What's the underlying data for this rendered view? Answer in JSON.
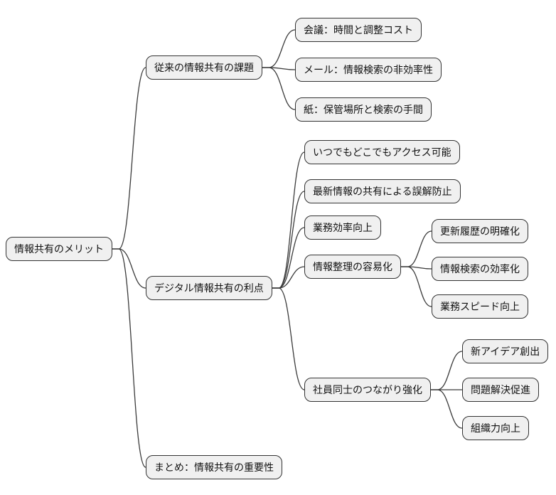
{
  "nodes": {
    "root": {
      "label": "情報共有のメリット"
    },
    "b1": {
      "label": "従来の情報共有の課題"
    },
    "b1c1": {
      "label": "会議：時間と調整コスト"
    },
    "b1c2": {
      "label": "メール：情報検索の非効率性"
    },
    "b1c3": {
      "label": "紙：保管場所と検索の手間"
    },
    "b2": {
      "label": "デジタル情報共有の利点"
    },
    "b2c1": {
      "label": "いつでもどこでもアクセス可能"
    },
    "b2c2": {
      "label": "最新情報の共有による誤解防止"
    },
    "b2c3": {
      "label": "業務効率向上"
    },
    "b2c4": {
      "label": "情報整理の容易化"
    },
    "b2c4a": {
      "label": "更新履歴の明確化"
    },
    "b2c4b": {
      "label": "情報検索の効率化"
    },
    "b2c4c": {
      "label": "業務スピード向上"
    },
    "b2c5": {
      "label": "社員同士のつながり強化"
    },
    "b2c5a": {
      "label": "新アイデア創出"
    },
    "b2c5b": {
      "label": "問題解決促進"
    },
    "b2c5c": {
      "label": "組織力向上"
    },
    "b3": {
      "label": "まとめ：情報共有の重要性"
    }
  },
  "edges": [
    [
      "root",
      "b1"
    ],
    [
      "root",
      "b2"
    ],
    [
      "root",
      "b3"
    ],
    [
      "b1",
      "b1c1"
    ],
    [
      "b1",
      "b1c2"
    ],
    [
      "b1",
      "b1c3"
    ],
    [
      "b2",
      "b2c1"
    ],
    [
      "b2",
      "b2c2"
    ],
    [
      "b2",
      "b2c3"
    ],
    [
      "b2",
      "b2c4"
    ],
    [
      "b2",
      "b2c5"
    ],
    [
      "b2c4",
      "b2c4a"
    ],
    [
      "b2c4",
      "b2c4b"
    ],
    [
      "b2c4",
      "b2c4c"
    ],
    [
      "b2c5",
      "b2c5a"
    ],
    [
      "b2c5",
      "b2c5b"
    ],
    [
      "b2c5",
      "b2c5c"
    ]
  ],
  "colors": {
    "background": "#ffffff",
    "node_fill": "#f0f0f0",
    "node_border": "#333333",
    "edge": "#3b3b3b",
    "text": "#111111"
  }
}
